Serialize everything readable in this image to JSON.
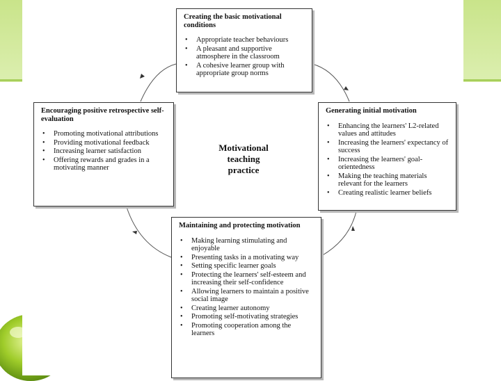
{
  "center": {
    "line1": "Motivational",
    "line2": "teaching",
    "line3": "practice"
  },
  "boxes": {
    "top": {
      "title": "Creating the basic motivational conditions",
      "items": [
        "Appropriate teacher behaviours",
        "A pleasant and supportive atmosphere in the classroom",
        "A cohesive learner group with appropriate group norms"
      ]
    },
    "right": {
      "title": "Generating initial motivation",
      "items": [
        "Enhancing the learners' L2-related values and attitudes",
        "Increasing the learners' expectancy of success",
        "Increasing the learners' goal-orientedness",
        "Making the teaching materials relevant for the learners",
        "Creating realistic learner beliefs"
      ]
    },
    "bottom": {
      "title": "Maintaining and protecting motivation",
      "items": [
        "Making learning stimulating and enjoyable",
        "Presenting tasks in a motivating way",
        "Setting specific learner goals",
        "Protecting the learners' self-esteem and increasing their self-confidence",
        "Allowing learners to maintain a positive social image",
        "Creating learner autonomy",
        "Promoting self-motivating strategies",
        "Promoting cooperation among the learners"
      ]
    },
    "left": {
      "title": "Encouraging positive retrospective self-evaluation",
      "items": [
        "Promoting motivational attributions",
        "Providing motivational feedback",
        "Increasing learner satisfaction",
        "Offering rewards and grades in a motivating manner"
      ]
    }
  },
  "colors": {
    "accent_green": "#a7cf5a",
    "light_green": "#dcefb0"
  },
  "icons": {
    "apple": "green-apple-illustration"
  }
}
